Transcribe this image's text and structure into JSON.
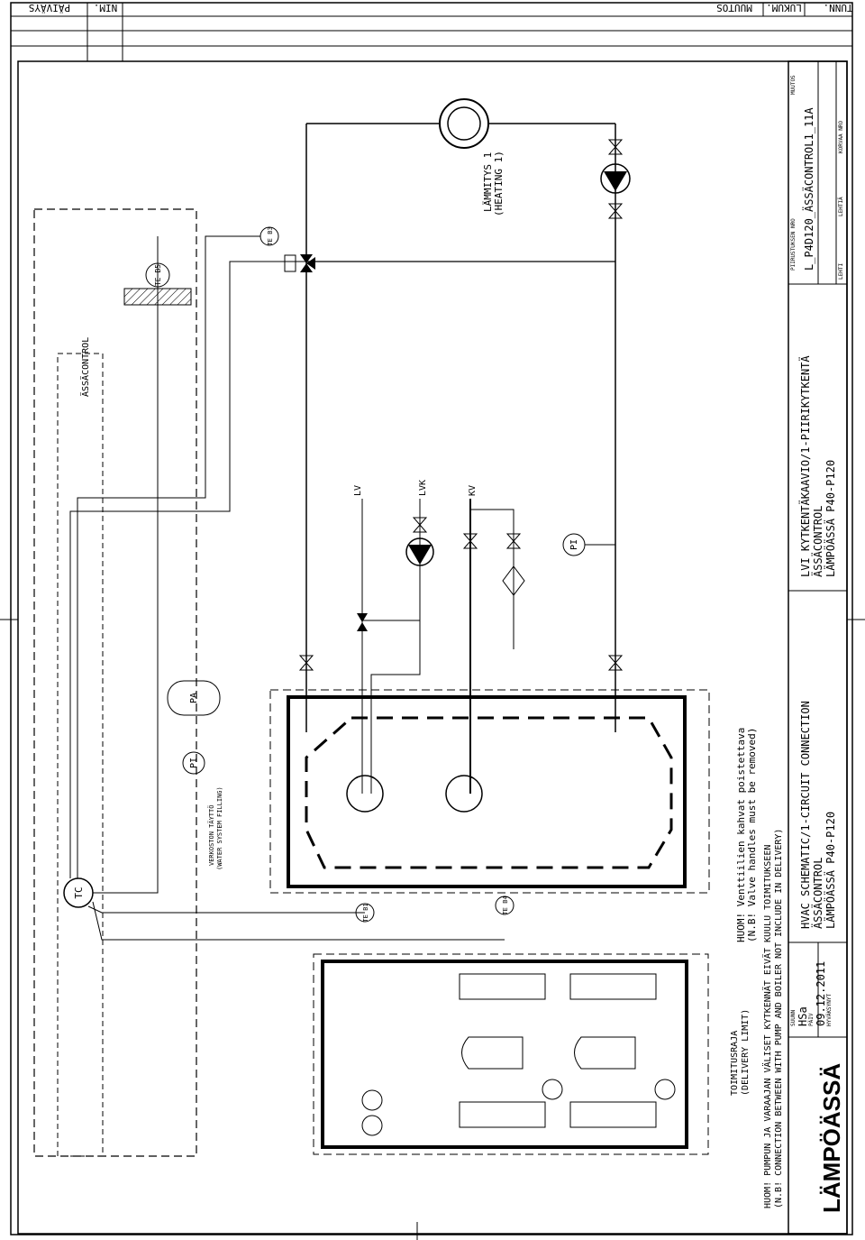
{
  "revision_block": {
    "col_tunn": "TUNN.",
    "col_luokm": "LUKUM.",
    "col_muutos": "MUUTOS",
    "col_nim": "NIM.",
    "col_paivays": "PÄIVÄYS"
  },
  "components": {
    "heating_circuit": "LÄMMITYS 1",
    "heating_circuit_en": "(HEATING 1)",
    "controller_boundary": "ÄSSÄCONTROL",
    "tc": "TC",
    "te_b5": "TE B5",
    "te_b3": "TE B3",
    "te_b1": "TE B1",
    "te_b4": "TE B4",
    "pi_main": "PI",
    "pi_tank": "PI",
    "pa_tank": "PA",
    "lv": "LV",
    "lvk": "LVK",
    "kv": "KV",
    "water_filling": "VERKOSTON TÄYTTÖ",
    "water_filling_en": "(WATER SYSTEM FILLING)"
  },
  "notes": {
    "valve_handles_fi": "HUOM! Venttiilien kahvat poistettava",
    "valve_handles_en": "(N.B! Valve handles must be removed)",
    "connection_fi": "HUOM! PUMPUN JA VARAAJAN VÄLISET KYTKENNÄT EIVÄT KUULU TOIMITUKSEEN",
    "connection_en": "(N.B! CONNECTION BETWEEN WITH PUMP AND BOILER NOT INCLUDE IN DELIVERY)",
    "delivery_limit_fi": "TOIMITUSRAJA",
    "delivery_limit_en": "(DELIVERY LIMIT)"
  },
  "title_block": {
    "company": "LÄMPÖÄSSÄ",
    "title_fi": "LVI KYTKENTÄKAAVIO/1-PIIRIKYTKENTÄ",
    "title_fi_2": "ÄSSÄCONTROL",
    "title_fi_3": "LÄMPÖÄSSÄ P40-P120",
    "title_en": "HVAC SCHEMATIC/1-CIRCUIT CONNECTION",
    "title_en_2": "ÄSSÄCONTROL",
    "title_en_3": "LÄMPÖÄSSÄ P40-P120",
    "designer_label": "SUUNN",
    "designer": "HSa",
    "checked_label": "PÄIV",
    "date": "09.12.2011",
    "approved_label": "HYVÄKSYNYT",
    "drawing_no_label": "PIIRUSTUKSEN NRO",
    "drawing_no": "L_P4D120_ÄSSÄCONTROL1_11A",
    "revision_label": "MUUTOS",
    "sheet_label": "LEHTI",
    "sheets_label": "LEHTIÄ",
    "replaces_label": "KORVAA NRO"
  }
}
